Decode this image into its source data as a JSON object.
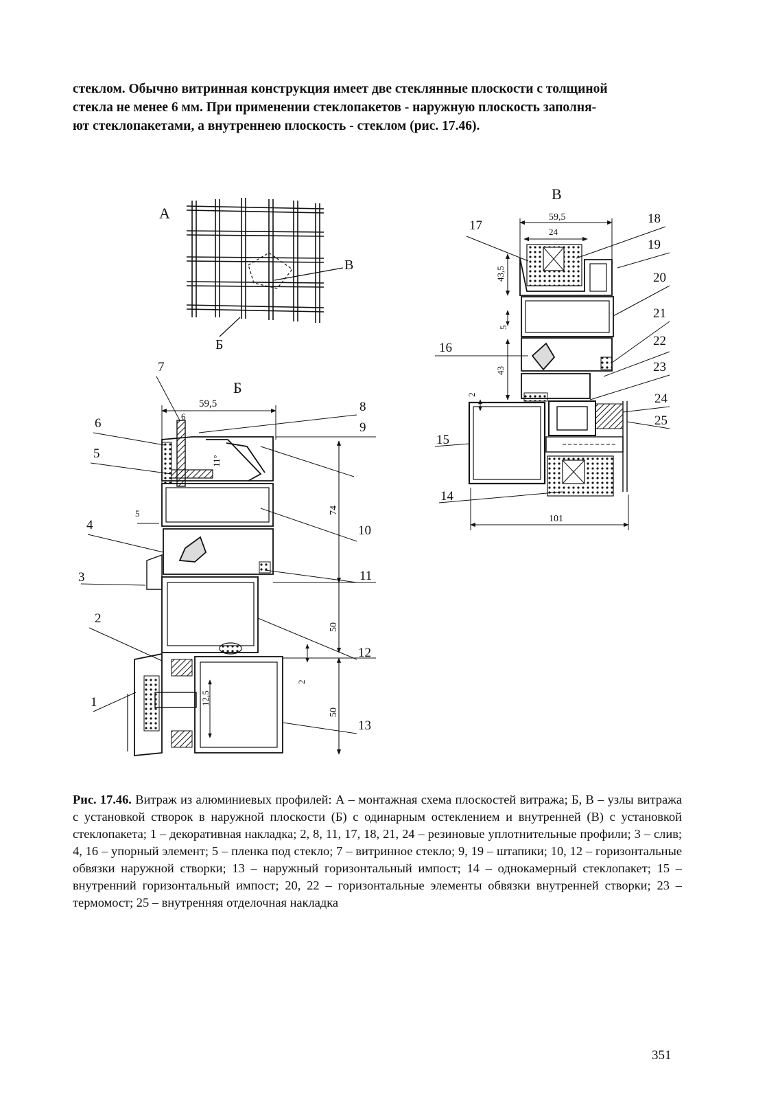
{
  "intro_lines": [
    "стеклом. Обычно витринная конструкция имеет две стеклянные плоскости с толщиной",
    "стекла не менее 6 мм. При применении стеклопакетов - наружную плоскость заполня-",
    "ют стеклопакетами, а внутреннею плоскость - стеклом (рис. 17.46)."
  ],
  "figure": {
    "panel_a": {
      "label": "А",
      "node_b_label": "Б",
      "node_v_label": "В"
    },
    "panel_b": {
      "title": "Б",
      "dims": {
        "width": "59,5",
        "glass": "6",
        "angle": "11°",
        "gap": "5",
        "h74": "74",
        "h50a": "50",
        "gap2": "2",
        "d12": "12,5",
        "h50b": "50"
      },
      "callouts": [
        "1",
        "2",
        "3",
        "4",
        "5",
        "6",
        "7",
        "8",
        "9",
        "10",
        "11",
        "12",
        "13"
      ]
    },
    "panel_v": {
      "title": "В",
      "dims": {
        "width": "59,5",
        "unit": "24",
        "h43_5": "43,5",
        "gap": "5",
        "h43": "43",
        "gap2": "2",
        "total": "101"
      },
      "callouts": [
        "14",
        "15",
        "16",
        "17",
        "18",
        "19",
        "20",
        "21",
        "22",
        "23",
        "24",
        "25"
      ]
    }
  },
  "caption": {
    "lead": "Рис. 17.46.",
    "text": " Витраж из алюминиевых профилей: А – монтажная схема плоскостей витража; Б, В – узлы витража с установкой створок в наружной плоскости (Б) с одинарным остеклением и внутренней (В) с установкой стеклопакета; 1 – декоративная накладка; 2, 8, 11, 17, 18, 21, 24 – резиновые уплотнительные профили; 3 – слив; 4, 16 – упорный элемент; 5 – пленка под стекло; 7 – витринное стекло; 9, 19 – штапики; 10, 12 – горизонтальные обвязки наружной створки; 13 – наружный горизонтальный импост; 14 – однокамерный стеклопакет; 15 – внутренний горизонтальный импост; 20, 22 – горизонтальные элементы обвязки внутренней створки; 23 – термомост; 25 – внутренняя отделочная накладка"
  },
  "page_number": "351"
}
